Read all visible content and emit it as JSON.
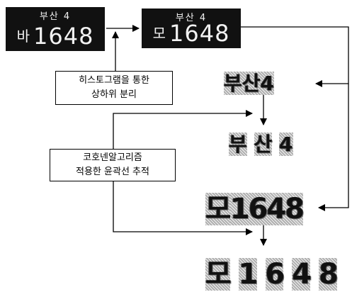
{
  "plates": {
    "original": {
      "top": "부산 4",
      "kr": "바",
      "digits": "1648"
    },
    "processed": {
      "top": "부산 4",
      "kr": "모",
      "digits": "1648"
    }
  },
  "boxes": {
    "histogram": [
      "히스토그램을 통한",
      "상하위 분리"
    ],
    "contour": [
      "코호넨알고리즘",
      "적용한 윤곽선 추적"
    ]
  },
  "segments": {
    "upper": "부산4",
    "upper_split": [
      "부",
      "산",
      "4"
    ],
    "lower": [
      "모",
      "1648"
    ],
    "lower_split": [
      "모",
      "1",
      "6",
      "4",
      "8"
    ]
  }
}
